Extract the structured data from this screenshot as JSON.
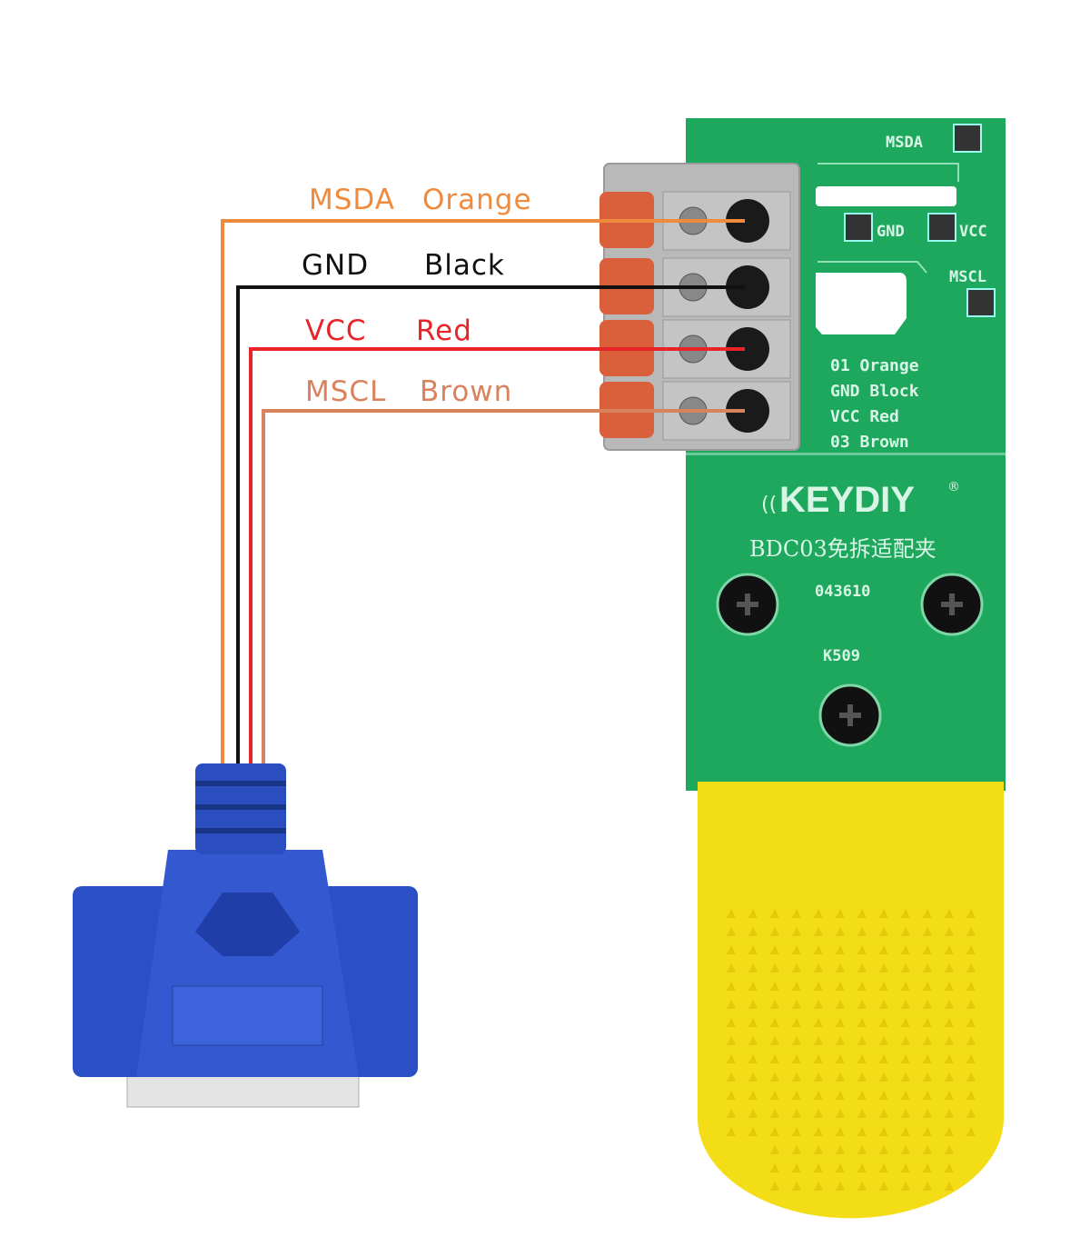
{
  "wires": [
    {
      "signal": "MSDA",
      "color_name": "Orange",
      "color": "#f08a3c"
    },
    {
      "signal": "GND",
      "color_name": "Black",
      "color": "#111111"
    },
    {
      "signal": "VCC",
      "color_name": "Red",
      "color": "#e8232a"
    },
    {
      "signal": "MSCL",
      "color_name": "Brown",
      "color": "#d9825e"
    }
  ],
  "label_colors": {
    "msda": "#f08a3c",
    "gnd": "#111111",
    "vcc": "#e8232a",
    "mscl": "#d9825e"
  },
  "pcb": {
    "pads": {
      "msda": "MSDA",
      "gnd": "GND",
      "vcc": "VCC",
      "mscl": "MSCL"
    },
    "legend": [
      "01 Orange",
      "GND Block",
      "VCC Red",
      "03 Brown"
    ],
    "brand": "KEYDIY",
    "brand_mark": "®",
    "model": "BDC03免拆适配夹",
    "code": "043610",
    "part": "K509",
    "green": "#1ea85e",
    "handle": "#f3dd17"
  },
  "connector_color": "#2b4fc4"
}
